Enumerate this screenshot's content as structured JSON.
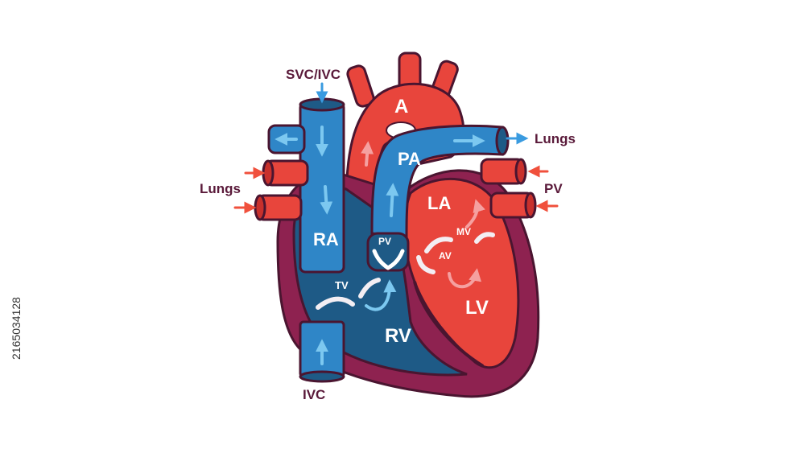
{
  "diagram": {
    "labels": {
      "svc_ivc": "SVC/IVC",
      "lungs_out": "Lungs",
      "lungs_in": "Lungs",
      "pv_veins": "PV",
      "ivc": "IVC",
      "aorta": "A",
      "pulmonary_artery": "PA",
      "left_atrium": "LA",
      "right_atrium": "RA",
      "right_ventricle": "RV",
      "left_ventricle": "LV",
      "pulmonary_valve": "PV",
      "tricuspid_valve": "TV",
      "mitral_valve": "MV",
      "aortic_valve": "AV"
    },
    "colors": {
      "deoxygenated": "#2f86c7",
      "deoxygenated_dark": "#1e5a86",
      "oxygenated": "#e8453c",
      "oxygenated_dark": "#c8302c",
      "myocardium": "#8e2250",
      "outline": "#4a1530",
      "arrow_blue": "#7cc8f0",
      "arrow_red": "#f0503c"
    }
  },
  "watermark": {
    "stock_id": "2165034128"
  }
}
